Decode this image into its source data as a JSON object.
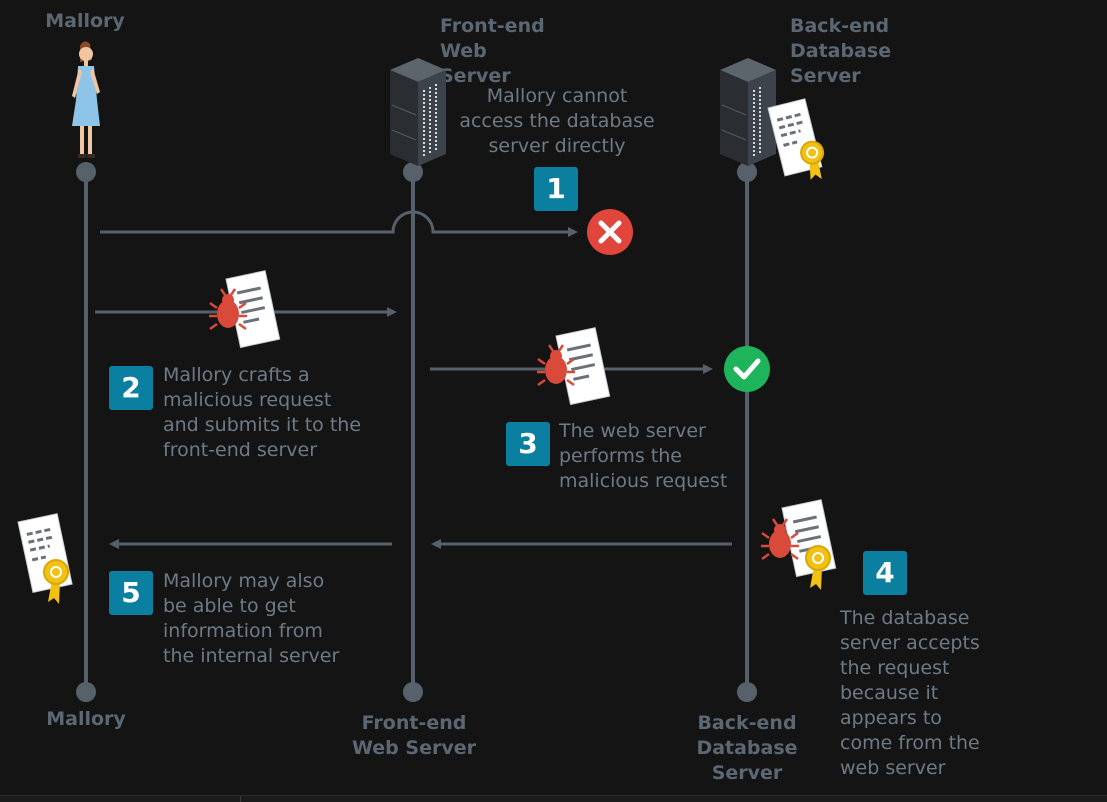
{
  "actors": {
    "mallory_top": "Mallory",
    "frontend_top": "Front-end Web Server",
    "backend_top": "Back-end Database Server",
    "mallory_bottom": "Mallory",
    "frontend_bottom": "Front-end Web Server",
    "backend_bottom": "Back-end Database Server"
  },
  "steps": [
    {
      "number": "1",
      "text": "Mallory cannot access the database server directly"
    },
    {
      "number": "2",
      "text": "Mallory crafts a malicious request and submits it to the front-end server"
    },
    {
      "number": "3",
      "text": "The web server performs the malicious request"
    },
    {
      "number": "4",
      "text": "The database server accepts the request because it appears to come from the web server"
    },
    {
      "number": "5",
      "text": "Mallory may also be able to get information from the internal server"
    }
  ],
  "colors": {
    "background": "#141414",
    "lifeline": "#56616c",
    "badge": "#0b7fa0",
    "error": "#e0463c",
    "success": "#1eb45c",
    "bug": "#d94a3a",
    "ribbon": "#f2c111"
  }
}
